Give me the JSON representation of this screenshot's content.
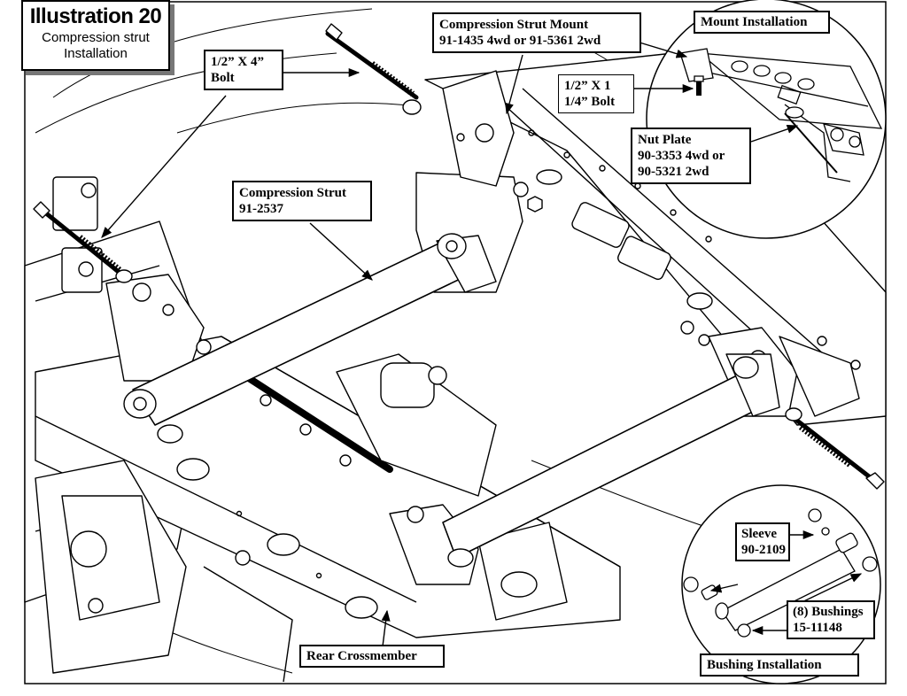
{
  "illustration": {
    "title": "Illustration 20",
    "subtitle_line1": "Compression strut",
    "subtitle_line2": "Installation"
  },
  "callouts": {
    "bolt_4in": {
      "line1": "1/2” X 4”",
      "line2": "Bolt"
    },
    "mount": {
      "line1": "Compression Strut Mount",
      "line2": "91-1435 4wd or 91-5361 2wd"
    },
    "mount_installation": {
      "line1": "Mount Installation"
    },
    "bolt_1_25in": {
      "line1": "1/2” X 1",
      "line2": "1/4” Bolt"
    },
    "nut_plate": {
      "line1": "Nut Plate",
      "line2": "90-3353 4wd or",
      "line3": "90-5321 2wd"
    },
    "strut": {
      "line1": "Compression Strut",
      "line2": "91-2537"
    },
    "sleeve": {
      "line1": "Sleeve",
      "line2": "90-2109"
    },
    "bushings": {
      "line1": "(8) Bushings",
      "line2": "15-11148"
    },
    "bushing_installation": {
      "line1": "Bushing Installation"
    },
    "crossmember": {
      "line1": "Rear Crossmember"
    }
  },
  "colors": {
    "ink": "#000000",
    "paper": "#ffffff",
    "shadow": "#777777"
  }
}
